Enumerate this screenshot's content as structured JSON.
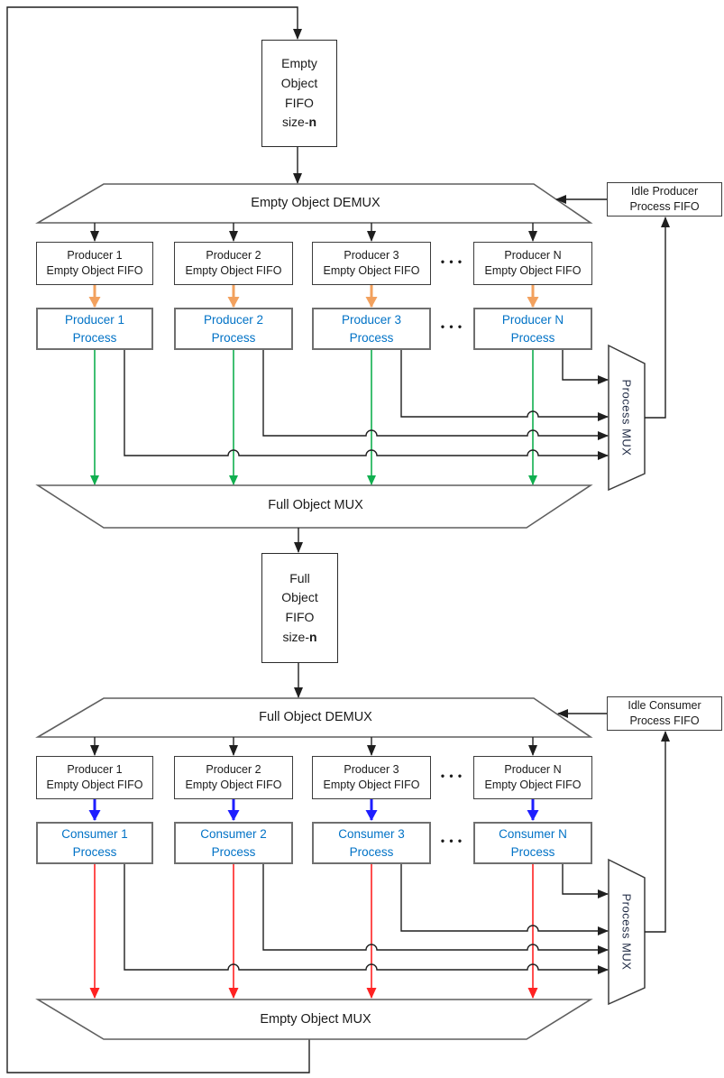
{
  "colors": {
    "process_text_blue": "#0072C6",
    "arrow_orange": "#F2A15E",
    "arrow_green": "#10AF4F",
    "arrow_blue": "#1E1EFF",
    "arrow_red": "#FF2222",
    "line_black": "#1f1f1f",
    "border_gray": "#6f6f6f"
  },
  "empty_fifo_box": {
    "line1": "Empty",
    "line2": "Object",
    "line3": "FIFO",
    "size_prefix": "size-",
    "size_n": "n"
  },
  "full_fifo_box": {
    "line1": "Full",
    "line2": "Object",
    "line3": "FIFO",
    "size_prefix": "size-",
    "size_n": "n"
  },
  "top_section": {
    "demux_label": "Empty Object DEMUX",
    "idle_fifo_box": {
      "line1": "Idle Producer",
      "line2": "Process FIFO"
    },
    "fifo_boxes": [
      {
        "line1": "Producer 1",
        "line2": "Empty Object FIFO"
      },
      {
        "line1": "Producer 2",
        "line2": "Empty Object FIFO"
      },
      {
        "line1": "Producer 3",
        "line2": "Empty Object FIFO"
      },
      {
        "line1": "Producer N",
        "line2": "Empty Object FIFO"
      }
    ],
    "dots": "• • •",
    "process_boxes": [
      {
        "line1": "Producer 1",
        "line2": "Process"
      },
      {
        "line1": "Producer 2",
        "line2": "Process"
      },
      {
        "line1": "Producer 3",
        "line2": "Process"
      },
      {
        "line1": "Producer N",
        "line2": "Process"
      }
    ],
    "process_mux_label": "Process MUX",
    "mux_label": "Full Object MUX"
  },
  "bottom_section": {
    "demux_label": "Full Object DEMUX",
    "idle_fifo_box": {
      "line1": "Idle Consumer",
      "line2": "Process FIFO"
    },
    "fifo_boxes": [
      {
        "line1": "Producer 1",
        "line2": "Empty Object FIFO"
      },
      {
        "line1": "Producer 2",
        "line2": "Empty Object FIFO"
      },
      {
        "line1": "Producer 3",
        "line2": "Empty Object FIFO"
      },
      {
        "line1": "Producer N",
        "line2": "Empty Object FIFO"
      }
    ],
    "dots": "• • •",
    "process_boxes": [
      {
        "line1": "Consumer 1",
        "line2": "Process"
      },
      {
        "line1": "Consumer 2",
        "line2": "Process"
      },
      {
        "line1": "Consumer 3",
        "line2": "Process"
      },
      {
        "line1": "Consumer N",
        "line2": "Process"
      }
    ],
    "process_mux_label": "Process MUX",
    "mux_label": "Empty Object MUX"
  }
}
